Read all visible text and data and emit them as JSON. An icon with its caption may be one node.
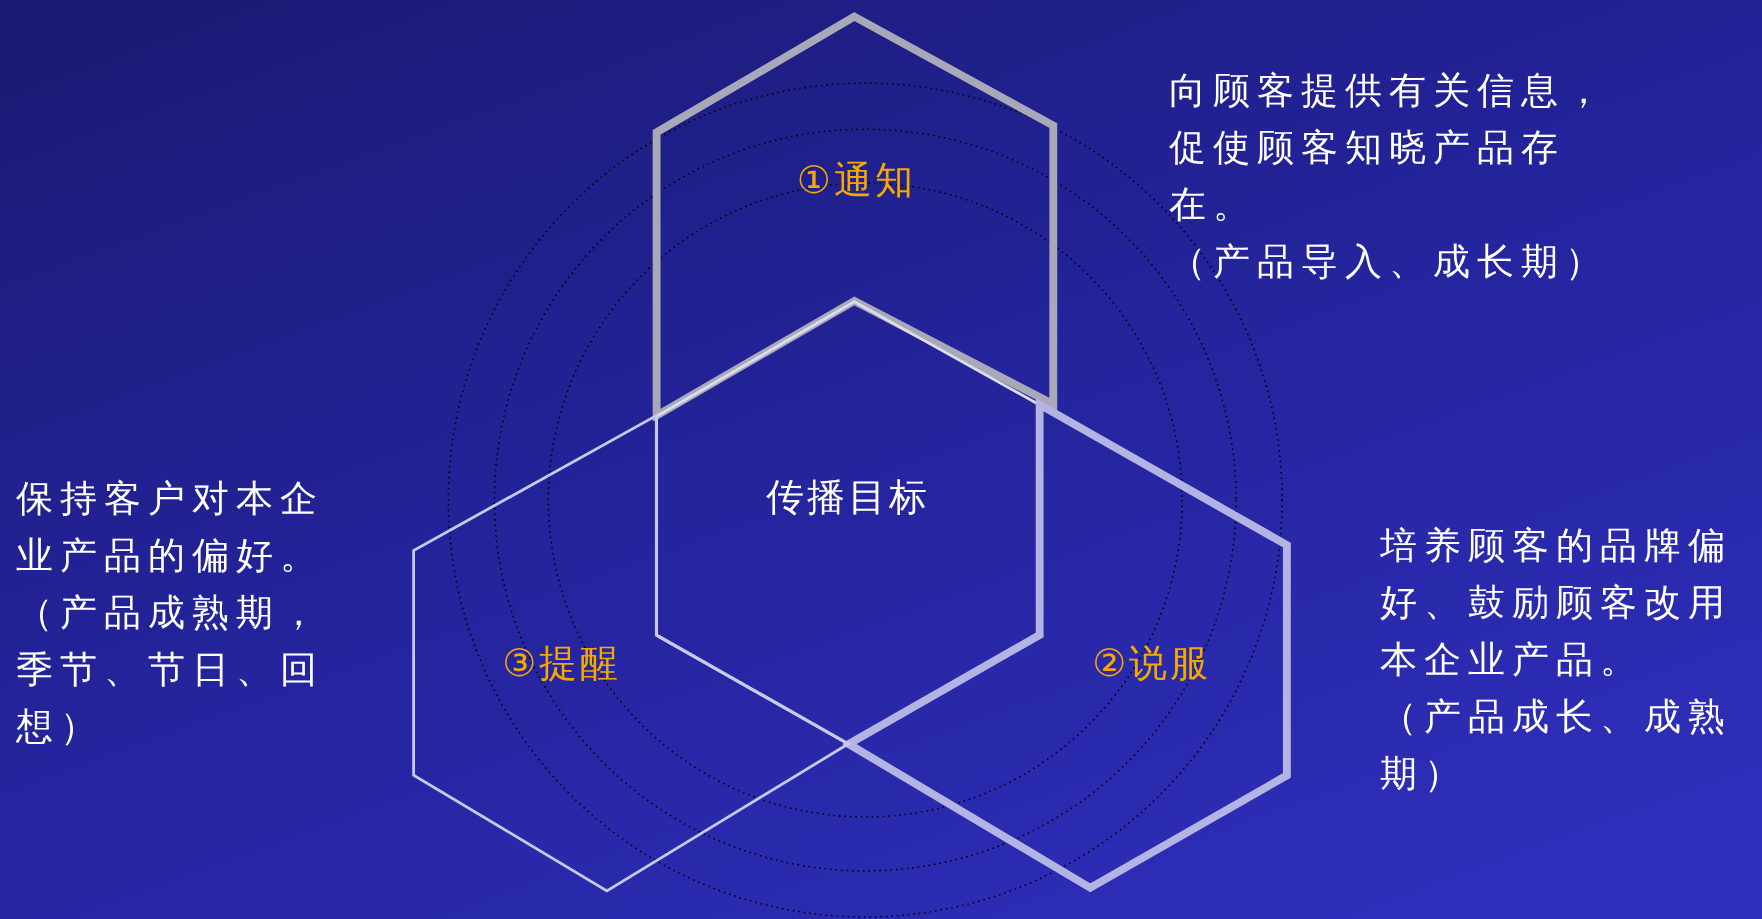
{
  "diagram": {
    "nodes": [
      {
        "text": [
          "①通知"
        ],
        "beside": [
          "向顾客提供有关信息，促使顾客知晓产品存在。",
          "（产品导入、成长期）"
        ]
      },
      {
        "text": [
          "传播目标"
        ]
      },
      {
        "text": [
          "②说服"
        ],
        "beside": [
          "培养顾客的品牌偏好、鼓励顾客改用本企业产品。",
          "（产品成长、成熟期）"
        ]
      },
      {
        "text": [
          "③提醒"
        ],
        "beside": [
          "保持客户对本企业产品的偏好。",
          "（产品成熟期，季节、节日、回想）"
        ]
      }
    ]
  }
}
